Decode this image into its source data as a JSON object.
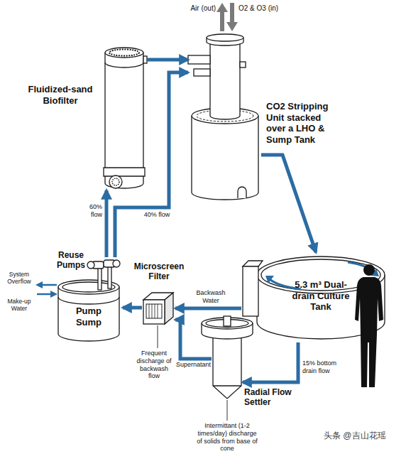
{
  "diagram": {
    "nodes": [
      {
        "text": [
          "Fluidized-sand Biofilter"
        ]
      },
      {
        "text": [
          "CO2 Stripping Unit stacked over a LHO & Sump Tank"
        ]
      },
      {
        "text": [
          "5.3 m³ Dual-drain Culture Tank"
        ]
      },
      {
        "text": [
          "Radial Flow Settler"
        ]
      },
      {
        "text": [
          "Microscreen Filter"
        ]
      },
      {
        "text": [
          "Pump Sump"
        ]
      }
    ],
    "edges": [
      {
        "from": 5,
        "to": 0,
        "label": "60% flow",
        "arrow": "to"
      },
      {
        "from": 5,
        "to": 1,
        "label": "40% flow",
        "arrow": "to"
      },
      {
        "from": 0,
        "to": 1,
        "arrow": "to"
      },
      {
        "from": 1,
        "to": 2,
        "arrow": "to"
      },
      {
        "from": 2,
        "to": 3,
        "label": "15% bottom drain flow",
        "arrow": "to"
      },
      {
        "from": 2,
        "to": 4,
        "label": "Backwash Water",
        "arrow": "to"
      },
      {
        "from": 3,
        "to": 4,
        "label": "Supernatant",
        "arrow": "to"
      },
      {
        "from": 4,
        "to": 5,
        "arrow": "to"
      }
    ],
    "labels": [
      "Air (out)",
      "O2 & O3 (in)",
      "Reuse Pumps",
      "System Overflow",
      "Make-up Water",
      "Frequent discharge of backwash flow",
      "Intermittant (1-2 times/day) discharge of solids from base of cone",
      "头条 @吉山花瑶"
    ]
  }
}
